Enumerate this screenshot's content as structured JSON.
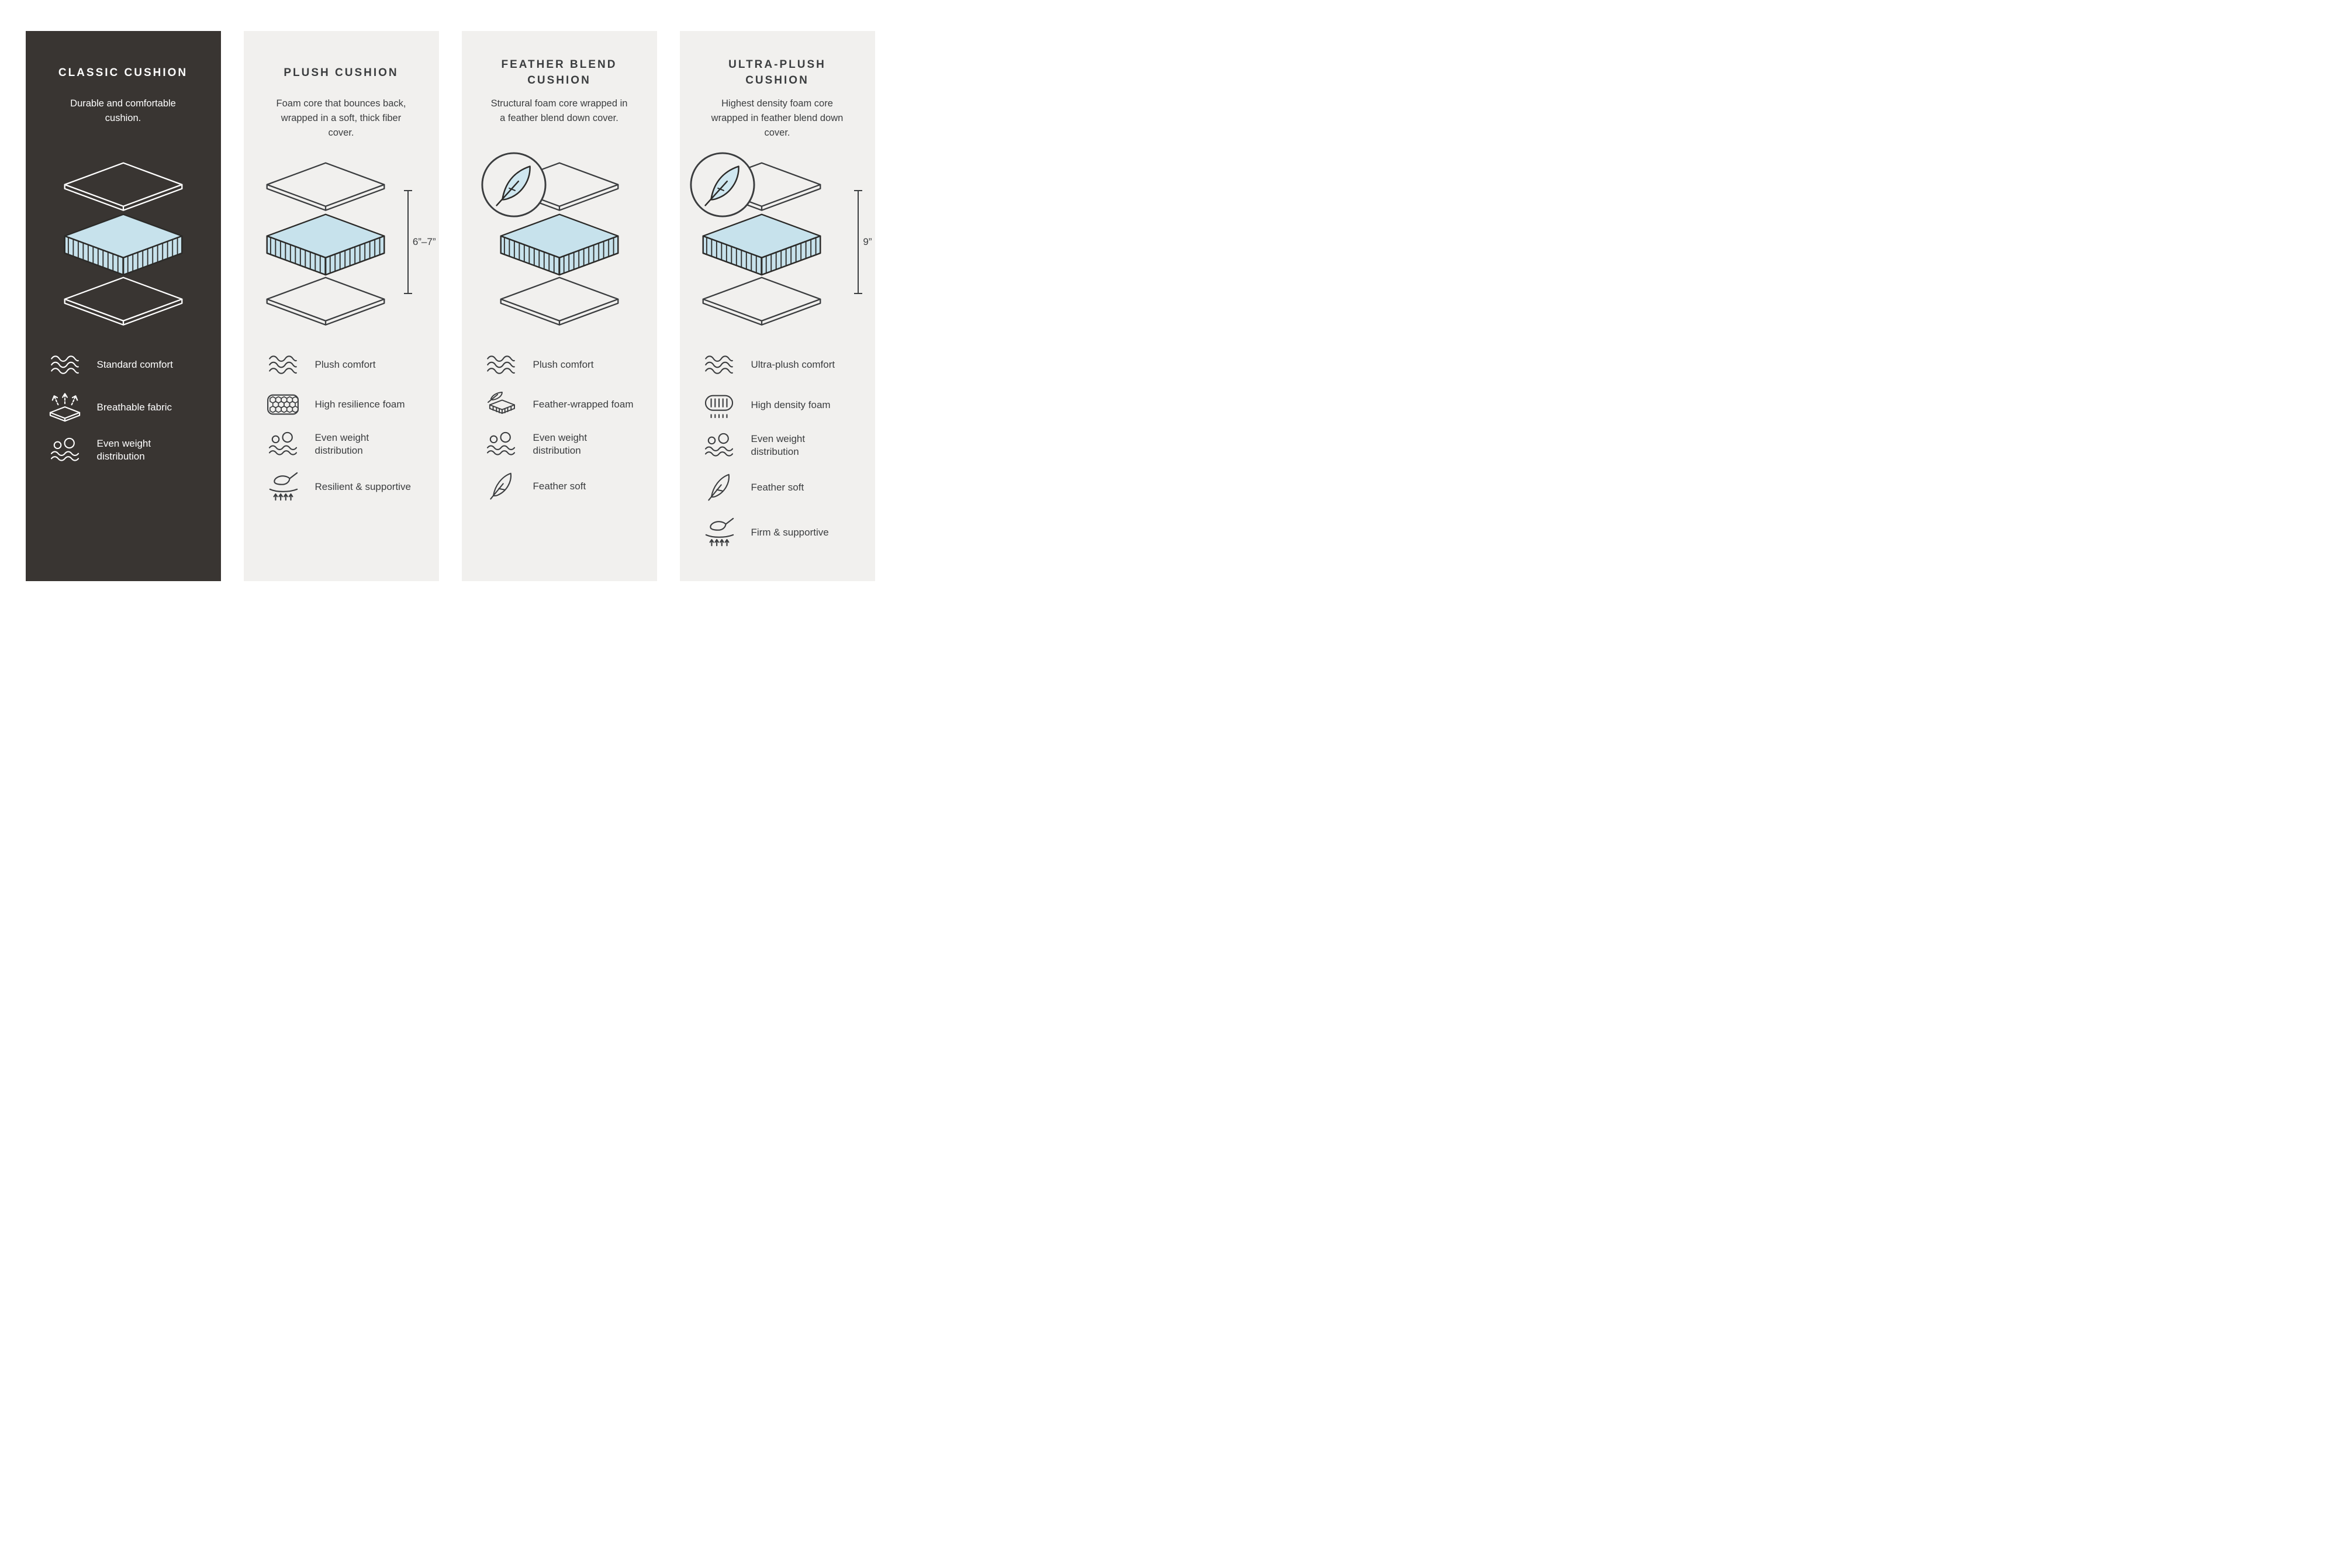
{
  "colors": {
    "page_background": "#ffffff",
    "dark_panel": "#393532",
    "light_panel": "#f1f0ee",
    "foam_blue": "#c7e2ec",
    "feather_blue": "#cfe7f0",
    "line_dark": "#2b2a28",
    "text_dark": "#3b3d3f",
    "text_light": "#ffffff"
  },
  "panels": [
    {
      "id": "classic",
      "theme": "dark",
      "title": "CLASSIC CUSHION",
      "description": "Durable and comfortable cushion.",
      "feather_badge": false,
      "diagram": "layered-cushion-illustration",
      "features": [
        {
          "icon": "waves-icon",
          "label": "Standard comfort"
        },
        {
          "icon": "breathable-fabric-icon",
          "label": "Breathable fabric"
        },
        {
          "icon": "weight-distribution-icon",
          "label": "Even weight distribution"
        }
      ]
    },
    {
      "id": "plush",
      "theme": "light",
      "title": "PLUSH CUSHION",
      "description": "Foam core that bounces back, wrapped in a soft, thick fiber cover.",
      "feather_badge": false,
      "measurement": "6”–7”",
      "diagram": "layered-cushion-illustration",
      "features": [
        {
          "icon": "waves-icon",
          "label": "Plush comfort"
        },
        {
          "icon": "honeycomb-foam-icon",
          "label": "High resilience foam"
        },
        {
          "icon": "weight-distribution-icon",
          "label": "Even weight distribution"
        },
        {
          "icon": "hand-press-icon",
          "label": "Resilient & supportive"
        }
      ]
    },
    {
      "id": "feather-blend",
      "theme": "light",
      "title": "FEATHER BLEND CUSHION",
      "description": "Structural foam core wrapped in a feather blend down cover.",
      "feather_badge": true,
      "diagram": "layered-cushion-illustration",
      "features": [
        {
          "icon": "waves-icon",
          "label": "Plush comfort"
        },
        {
          "icon": "feather-wrapped-foam-icon",
          "label": "Feather-wrapped foam"
        },
        {
          "icon": "weight-distribution-icon",
          "label": "Even weight distribution"
        },
        {
          "icon": "feather-icon",
          "label": "Feather soft"
        }
      ]
    },
    {
      "id": "ultra-plush",
      "theme": "light",
      "title": "ULTRA-PLUSH CUSHION",
      "description": "Highest density foam core wrapped in feather blend down cover.",
      "feather_badge": true,
      "measurement": "9”",
      "diagram": "layered-cushion-illustration",
      "features": [
        {
          "icon": "waves-icon",
          "label": "Ultra-plush comfort"
        },
        {
          "icon": "density-foam-icon",
          "label": "High density foam"
        },
        {
          "icon": "weight-distribution-icon",
          "label": "Even weight distribution"
        },
        {
          "icon": "feather-icon",
          "label": "Feather soft"
        },
        {
          "icon": "hand-press-icon",
          "label": "Firm & supportive"
        }
      ]
    }
  ]
}
